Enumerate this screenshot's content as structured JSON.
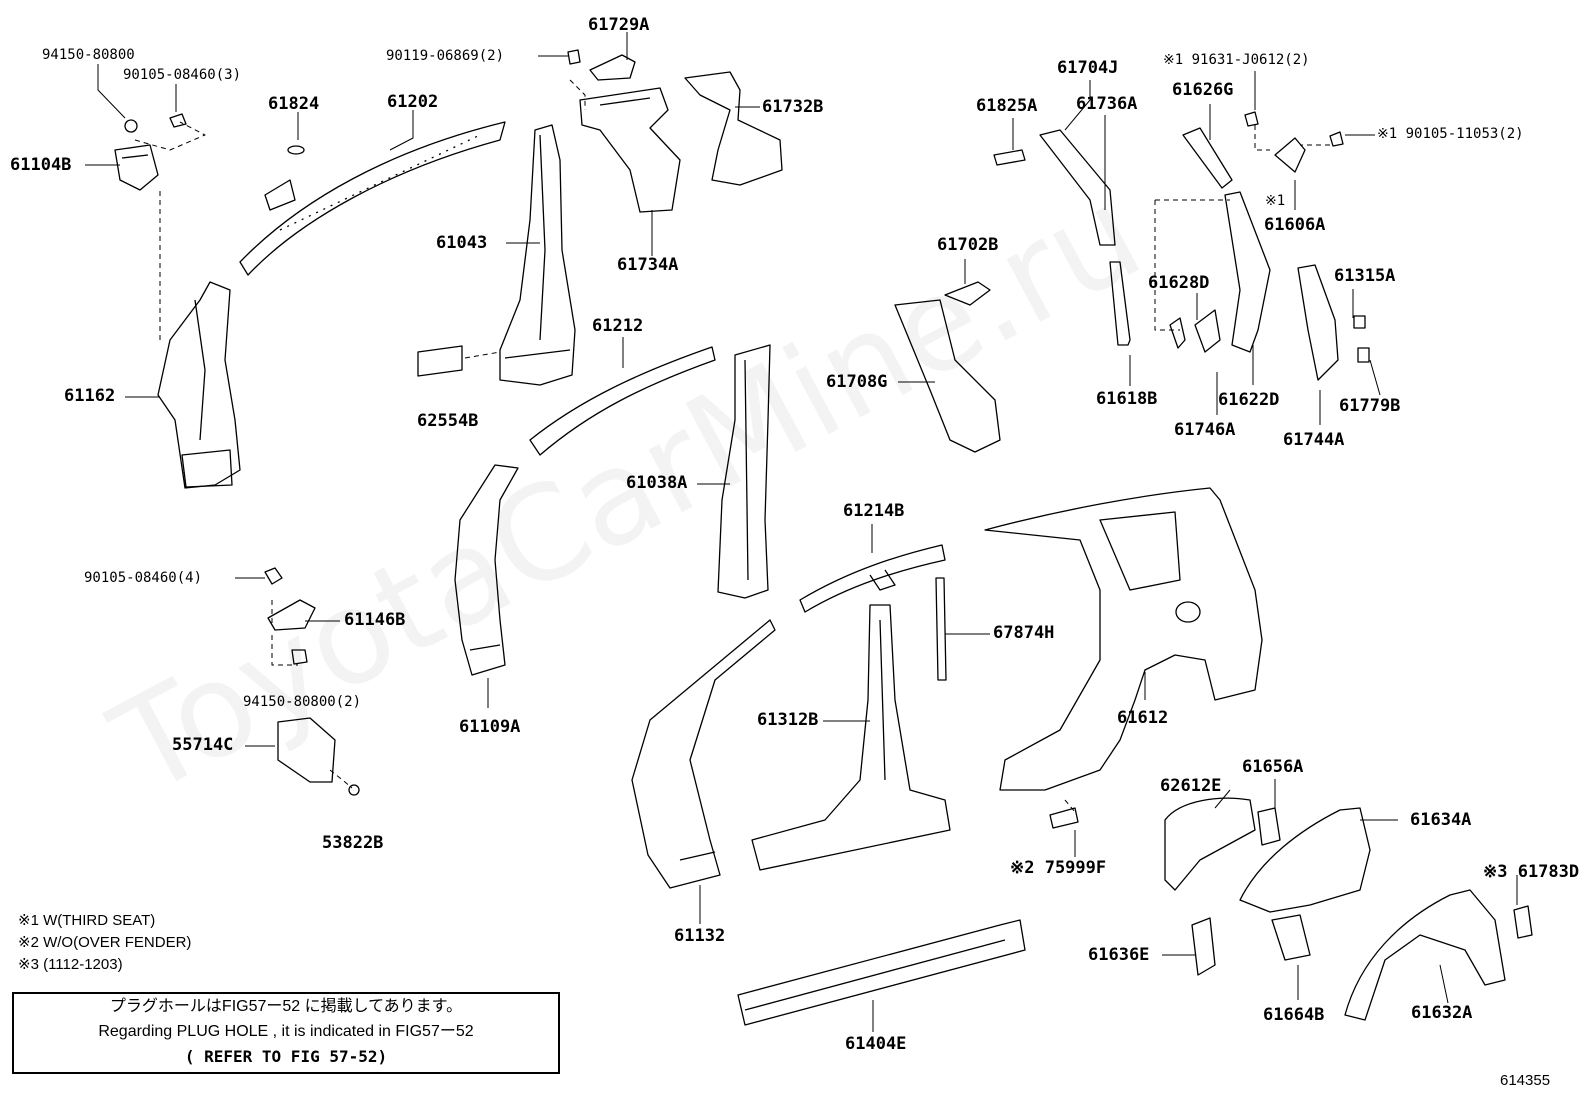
{
  "watermark": "ToyotaCarMine.ru",
  "figure_number": "614355",
  "notes": [
    "※1 W(THIRD SEAT)",
    "※2 W/O(OVER FENDER)",
    "※3 (1112-1203)"
  ],
  "note_box": {
    "line1": "プラグホールはFIG57ー52 に掲載してあります。",
    "line2": "Regarding PLUG HOLE , it is indicated in FIG57ー52",
    "line3": "( REFER TO FIG 57-52)"
  },
  "labels": [
    "94150-80800",
    "90105-08460(3)",
    "61104B",
    "61824",
    "61202",
    "61162",
    "90119-06869(2)",
    "61729A",
    "61732B",
    "61043",
    "61734A",
    "62554B",
    "61212",
    "90105-08460(4)",
    "61146B",
    "94150-80800(2)",
    "55714C",
    "53822B",
    "61109A",
    "61038A",
    "61214B",
    "67874H",
    "61312B",
    "61132",
    "61404E",
    "61704J",
    "61825A",
    "61736A",
    "61702B",
    "61708G",
    "61618B",
    "※1 91631-J0612(2)",
    "61626G",
    "※1 90105-11053(2)",
    "※1",
    "61606A",
    "61628D",
    "61746A",
    "61622D",
    "61315A",
    "61779B",
    "61744A",
    "61612",
    "62612E",
    "61656A",
    "61634A",
    "※2 75999F",
    "※3 61783D",
    "61636E",
    "61664B",
    "61632A"
  ]
}
